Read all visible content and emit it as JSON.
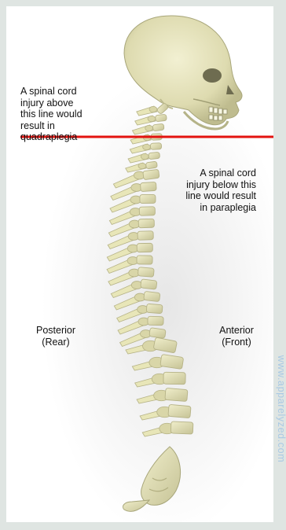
{
  "labels": {
    "above_line": "A spinal cord\ninjury above\nthis line would\nresult in\nquadraplegia",
    "below_line": "A spinal cord\ninjury below this\nline would result\nin paraplegia",
    "posterior": "Posterior\n(Rear)",
    "anterior": "Anterior\n(Front)"
  },
  "watermark": "www.apparelyzed.com",
  "colors": {
    "divider_line": "#e3130f",
    "bone": "#e8e6b8",
    "bone_shadow": "#b6b387",
    "background": "#dfe5e2"
  }
}
